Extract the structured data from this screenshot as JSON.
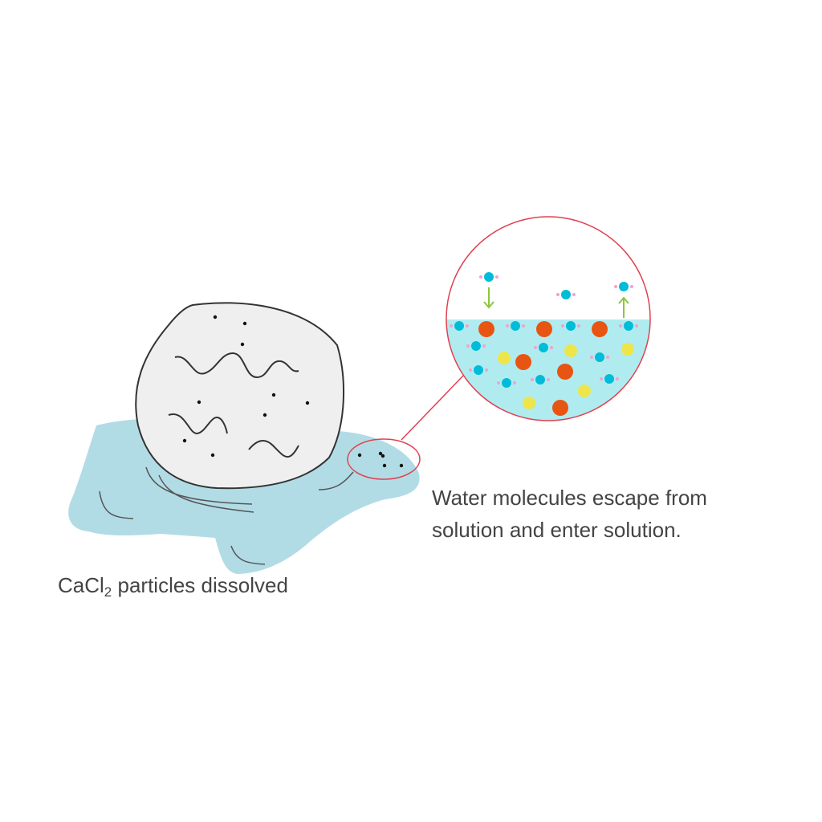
{
  "caption_right": {
    "line1": "Water molecules escape from",
    "line2": "solution and enter solution."
  },
  "caption_left": {
    "pre": "CaCl",
    "sub": "2",
    "post": " particles dissolved"
  },
  "colors": {
    "puddle": "#b2dce5",
    "rock": "#efefef",
    "callout": "#e0404f",
    "liquid": "#b0ecef",
    "water": "#00bcd9",
    "hydrogen": "#f4a0d0",
    "calcium": "#e85512",
    "chloride": "#ede54a",
    "arrow": "#8cc63f"
  }
}
